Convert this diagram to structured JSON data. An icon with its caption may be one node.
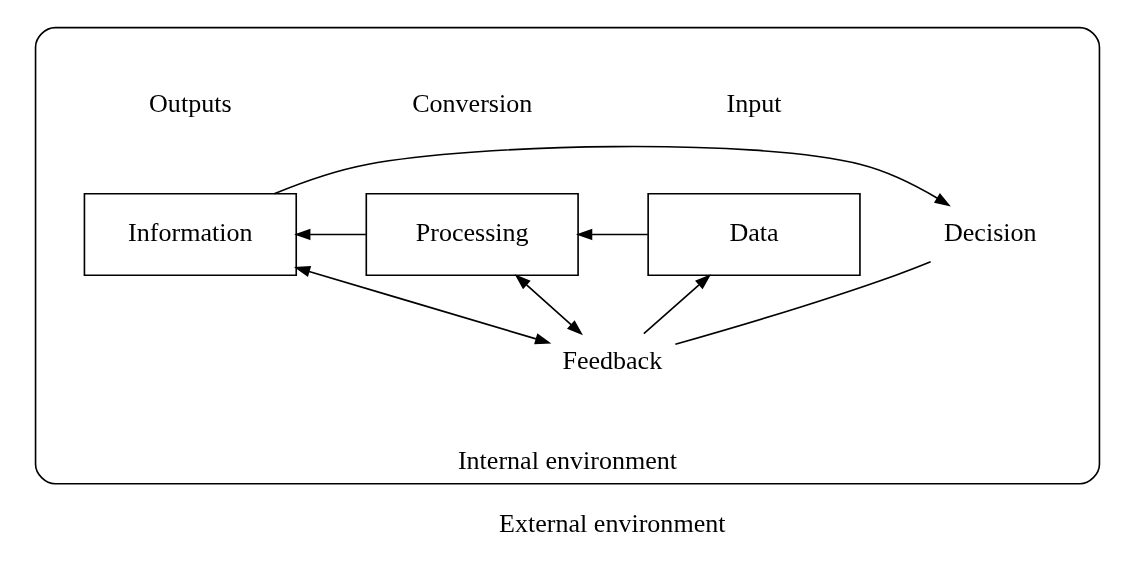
{
  "diagram": {
    "nodes": [
      {
        "text": [
          "Internal environment"
        ]
      },
      {
        "text": [
          "Data"
        ],
        "in": 0
      },
      {
        "text": [
          "Processing"
        ],
        "in": 0
      },
      {
        "text": [
          "Information"
        ],
        "in": 0
      },
      {
        "text": [
          "Decision"
        ],
        "in": 0
      },
      {
        "text": [
          "Feedback"
        ],
        "in": 0
      }
    ],
    "edges": [
      {
        "from": 1,
        "to": 2,
        "arrow": "to"
      },
      {
        "from": 2,
        "to": 3,
        "arrow": "to"
      },
      {
        "from": 3,
        "to": 4,
        "arrow": "to"
      },
      {
        "from": 4,
        "to": 5,
        "arrow": "none"
      },
      {
        "from": 5,
        "to": 1,
        "arrow": "to"
      },
      {
        "from": 2,
        "to": 5,
        "arrow": "both"
      },
      {
        "from": 3,
        "to": 5,
        "arrow": "both"
      }
    ],
    "labels": [
      "Input",
      "Conversion",
      "Outputs",
      "External environment"
    ]
  }
}
